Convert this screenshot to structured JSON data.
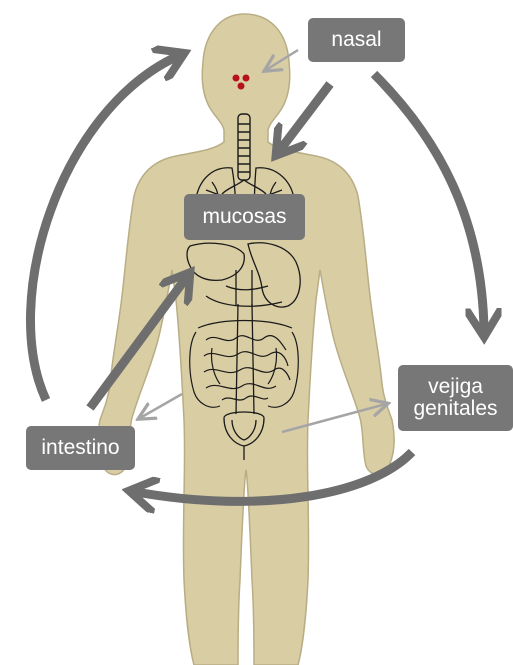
{
  "labels": {
    "nasal": "nasal",
    "mucosas": "mucosas",
    "vejiga_line1": "vejiga",
    "vejiga_line2": "genitales",
    "intestino": "intestino"
  },
  "colors": {
    "body": "#d9cda4",
    "body_outline": "#b9ad85",
    "organ_line": "#1a1a1a",
    "arrow": "#6e6e6e",
    "pointer": "#a5a5a5",
    "label_bg": "#777777",
    "nasal_dots": "#b5121b"
  }
}
